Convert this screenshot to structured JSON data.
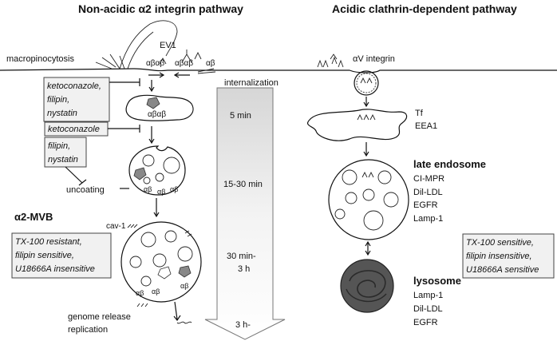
{
  "titles": {
    "left": "Non-acidic α2 integrin pathway",
    "right": "Acidic clathrin-dependent pathway"
  },
  "left": {
    "macropinocytosis": "macropinocytosis",
    "ev1": "EV1",
    "surface_integrins": [
      "αβαβ",
      "αβαβ",
      "αβ"
    ],
    "inhibitor1": [
      "ketoconazole,",
      "filipin,",
      "nystatin"
    ],
    "vesicle1_integrin": "αβαβ",
    "inhibitor2": "ketoconazole",
    "inhibitor3": [
      "filipin,",
      "nystatin"
    ],
    "uncoating": "uncoating",
    "vesicle3_integrins": [
      "αβ",
      "αβ",
      "αβ"
    ],
    "mvb_title": "α2-MVB",
    "cav": "cav-1",
    "mvb_box": [
      "TX-100 resistant,",
      "filipin sensitive,",
      "U18666A insensitive"
    ],
    "mvb_integrins": [
      "αβ",
      "αβ",
      "αβ"
    ],
    "genome": [
      "genome release",
      "replication"
    ]
  },
  "center": {
    "header": "internalization",
    "times": [
      "5 min",
      "15-30 min",
      "30 min-",
      "3 h",
      "3 h-"
    ]
  },
  "right": {
    "integrin_label": "αV integrin",
    "tf": "Tf",
    "eea1": "EEA1",
    "late_endosome_title": "late endosome",
    "late_markers": [
      "CI-MPR",
      "Dil-LDL",
      "EGFR",
      "Lamp-1"
    ],
    "tx_box": [
      "TX-100 sensitive,",
      "filipin insensitive,",
      "U18666A sensitive"
    ],
    "lysosome_title": "lysosome",
    "lyso_markers": [
      "Lamp-1",
      "Dil-LDL",
      "EGFR"
    ]
  },
  "colors": {
    "arrow_fill": "#e8e8e8",
    "box_fill": "#f1f1f1",
    "vesicle_fill": "#e6e6e6",
    "lysosome_fill": "#555555"
  }
}
